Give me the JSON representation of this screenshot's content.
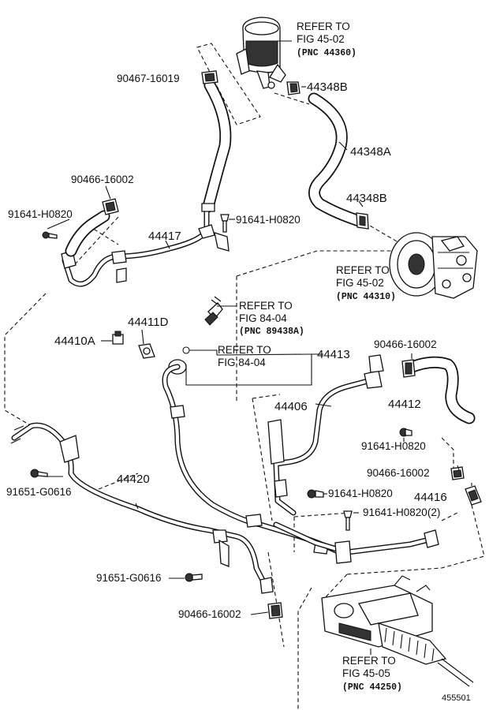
{
  "labels": {
    "refer_reservoir_1": "REFER TO",
    "refer_reservoir_2": "FIG 45-02",
    "refer_reservoir_pnc": "(PNC 44360)",
    "clamp_top": "90467-16019",
    "hose_clip_b_top": "44348B",
    "hose_a": "44348A",
    "hose_clip_b_bottom": "44348B",
    "clamp_left": "90466-16002",
    "bolt_left": "91641-H0820",
    "bolt_mid_top": "91641-H0820",
    "pipe_44417": "44417",
    "refer_pump_1": "REFER TO",
    "refer_pump_2": "FIG 45-02",
    "refer_pump_pnc": "(PNC 44310)",
    "refer_sensor_1": "REFER TO",
    "refer_sensor_2": "FIG 84-04",
    "refer_sensor_pnc": "(PNC 89438A)",
    "part_44411D": "44411D",
    "part_44410A": "44410A",
    "refer_oring_1": "REFER TO",
    "refer_oring_2": "FIG 84-04",
    "part_44413": "44413",
    "clamp_right": "90466-16002",
    "part_44406": "44406",
    "part_44412": "44412",
    "bolt_right": "91641-H0820",
    "clamp_right_lower": "90466-16002",
    "part_44416": "44416",
    "bolt_left_lower": "91651-G0616",
    "part_44420": "44420",
    "bolt_center": "91641-H0820",
    "bolt_center_qty": "91641-H0820(2)",
    "bolt_bottom_left": "91651-G0616",
    "clamp_bottom": "90466-16002",
    "refer_gear_1": "REFER TO",
    "refer_gear_2": "FIG 45-05",
    "refer_gear_pnc": "(PNC 44250)",
    "diagram_id": "455501"
  }
}
